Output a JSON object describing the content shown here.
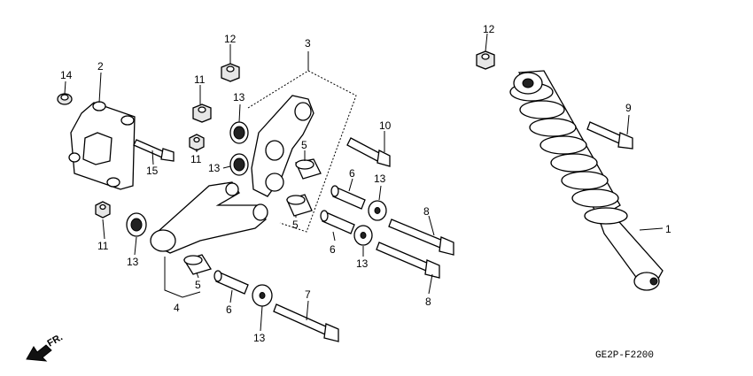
{
  "diagram_code": "GE2P-F2200",
  "front_label": "FR.",
  "callouts": [
    "1",
    "2",
    "3",
    "4",
    "5",
    "6",
    "7",
    "8",
    "9",
    "10",
    "11",
    "12",
    "13",
    "14",
    "15"
  ]
}
